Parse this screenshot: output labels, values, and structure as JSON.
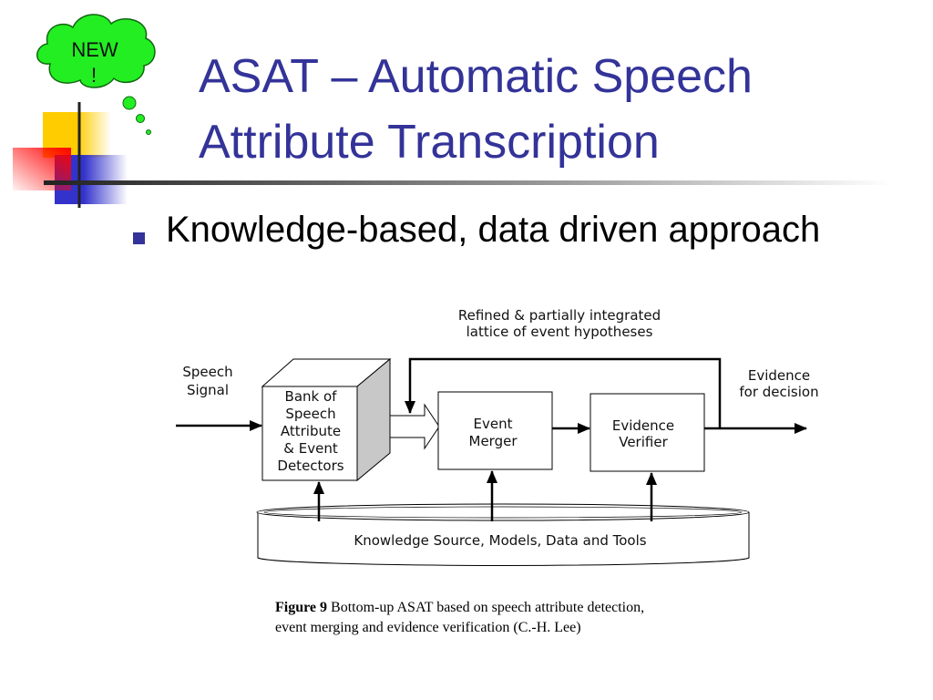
{
  "badge": {
    "line1": "NEW",
    "line2": "!"
  },
  "title": {
    "line1": "ASAT – Automatic Speech",
    "line2": "Attribute Transcription"
  },
  "bullets": [
    "Knowledge-based, data driven approach"
  ],
  "diagram": {
    "input_label": [
      "Speech",
      "Signal"
    ],
    "detector_box": [
      "Bank of",
      "Speech",
      "Attribute",
      "& Event",
      "Detectors"
    ],
    "merger_box": [
      "Event",
      "Merger"
    ],
    "verifier_box": [
      "Evidence",
      "Verifier"
    ],
    "feedback_label": [
      "Refined & partially integrated",
      "lattice of event hypotheses"
    ],
    "output_label": [
      "Evidence",
      "for decision"
    ],
    "knowledge_source": "Knowledge Source, Models, Data and Tools"
  },
  "caption": {
    "label": "Figure 9",
    "text": " Bottom-up ASAT based on speech attribute detection,",
    "line2": "event merging and evidence verification (C.-H. Lee)"
  }
}
